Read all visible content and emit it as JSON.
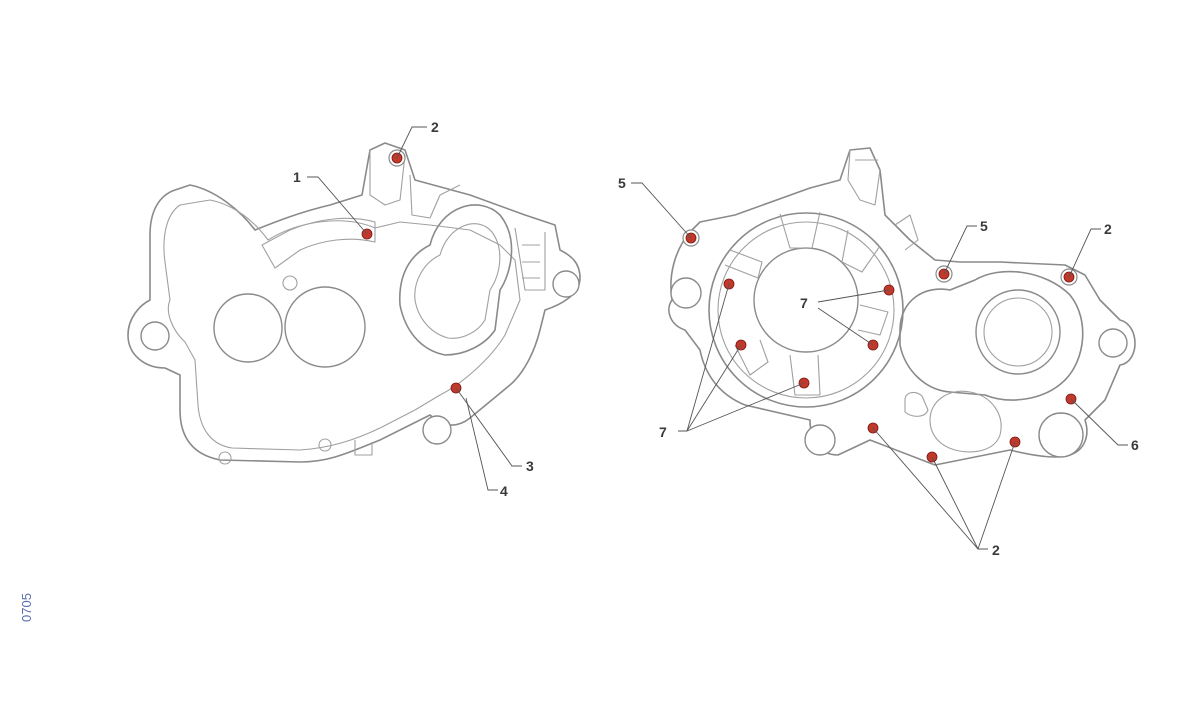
{
  "reference_code": "0705",
  "colors": {
    "marker": "#c0392b",
    "outline": "#8a8a8a",
    "callout_text": "#3a3a3a",
    "reference_code": "#5b6fb0"
  },
  "left_view": {
    "callouts": {
      "c2": "2",
      "c1": "1",
      "c3": "3",
      "c4": "4"
    }
  },
  "right_view": {
    "callouts": {
      "c5a": "5",
      "c5b": "5",
      "c2a": "2",
      "c7a": "7",
      "c7b": "7",
      "c6": "6",
      "c2b": "2"
    }
  }
}
